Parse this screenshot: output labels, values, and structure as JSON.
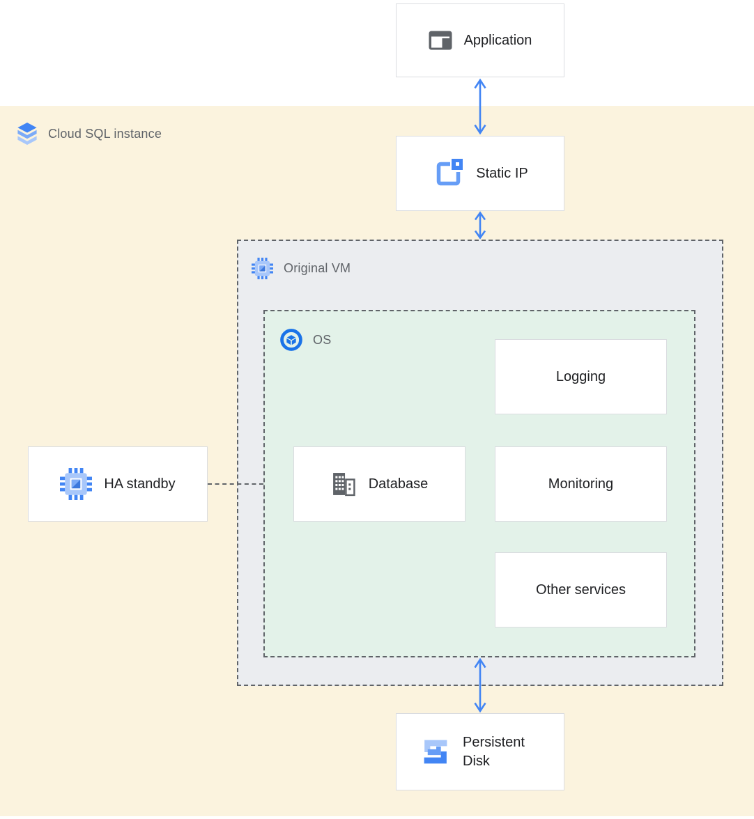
{
  "diagram": {
    "type": "architecture-diagram",
    "regions": {
      "cloud_sql": {
        "label": "Cloud SQL instance",
        "icon": "cloud-sql-icon",
        "bg": "#FBF3DE"
      },
      "original_vm": {
        "label": "Original VM",
        "icon": "compute-engine-icon",
        "bg": "#EBEDF0",
        "border": "dashed"
      },
      "os": {
        "label": "OS",
        "icon": "os-icon",
        "bg": "#E3F2E9",
        "border": "dashed"
      }
    },
    "nodes": {
      "application": {
        "label": "Application",
        "icon": "application-window-icon"
      },
      "static_ip": {
        "label": "Static IP",
        "icon": "static-ip-icon"
      },
      "ha_standby": {
        "label": "HA standby",
        "icon": "compute-engine-icon"
      },
      "database": {
        "label": "Database",
        "icon": "database-building-icon"
      },
      "logging": {
        "label": "Logging"
      },
      "monitoring": {
        "label": "Monitoring"
      },
      "other_services": {
        "label": "Other services"
      },
      "persistent_disk": {
        "label": "Persistent Disk",
        "icon": "persistent-disk-icon"
      }
    },
    "connections": [
      {
        "from": "application",
        "to": "static_ip",
        "style": "double-headed-arrow",
        "color": "#4285F4"
      },
      {
        "from": "static_ip",
        "to": "original_vm",
        "style": "double-headed-arrow",
        "color": "#4285F4"
      },
      {
        "from": "os",
        "to": "persistent_disk",
        "style": "double-headed-arrow",
        "color": "#4285F4"
      },
      {
        "from": "ha_standby",
        "to": "os",
        "style": "dashed-line",
        "color": "#5F6368"
      }
    ],
    "colors": {
      "arrow_blue": "#4285F4",
      "node_border": "#DADCE0",
      "region_border": "#5F6368",
      "label_dark": "#202124",
      "label_gray": "#5F6368",
      "cloud_sql_bg": "#FBF3DE",
      "vm_bg": "#EBEDF0",
      "os_bg": "#E3F2E9",
      "icon_blue": "#4285F4",
      "icon_light_blue": "#A8C7FA",
      "icon_gray": "#5F6368"
    }
  }
}
